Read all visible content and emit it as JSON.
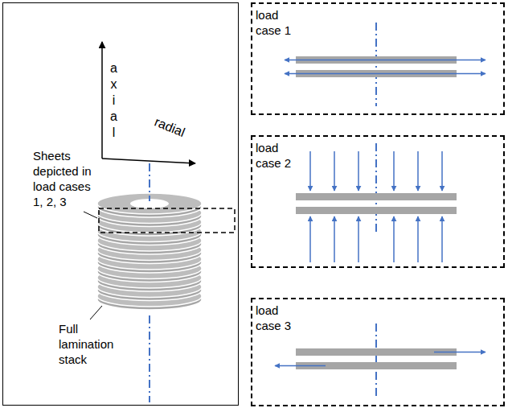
{
  "diagram": {
    "nodes": [
      {
        "text": [
          "axial",
          "radial",
          "Sheets depicted in load cases 1, 2, 3",
          "Full lamination stack"
        ]
      },
      {
        "text": [
          "load case 1"
        ]
      },
      {
        "text": [
          "load case 2"
        ]
      },
      {
        "text": [
          "load case 3"
        ]
      }
    ]
  }
}
